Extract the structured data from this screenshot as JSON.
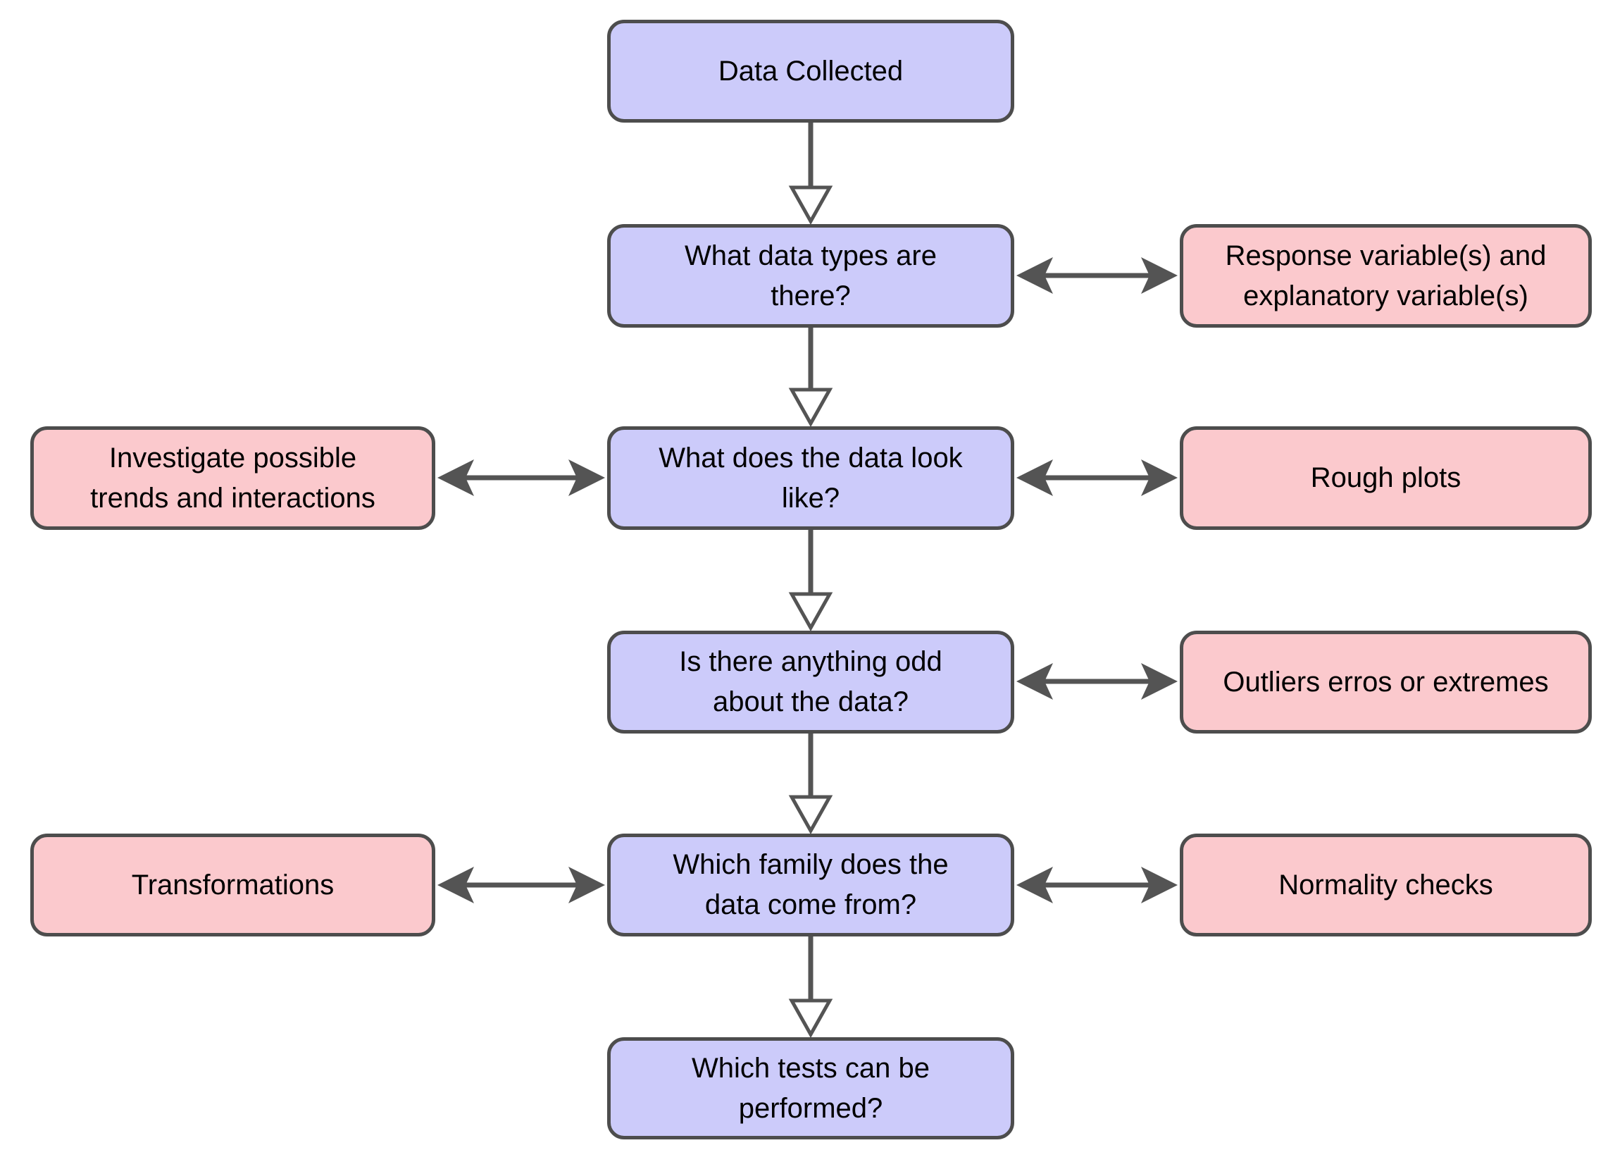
{
  "diagram": {
    "kind": "flowchart",
    "colors": {
      "question_fill": "#cccbfa",
      "side_fill": "#fbc9cd",
      "border_color": "#4d4d4d",
      "arrow_color": "#545454",
      "text_color": "#000000",
      "bg_color": "#ffffff"
    },
    "nodes": [
      {
        "id": "data-collected",
        "label": "Data Collected",
        "column": "center",
        "row": 1,
        "style": "purple"
      },
      {
        "id": "what-data-types",
        "label": "What data types are there?",
        "column": "center",
        "row": 2,
        "style": "purple"
      },
      {
        "id": "what-does-data-look-like",
        "label": "What does the data look like?",
        "column": "center",
        "row": 3,
        "style": "purple"
      },
      {
        "id": "anything-odd",
        "label": "Is there anything odd about the data?",
        "column": "center",
        "row": 4,
        "style": "purple"
      },
      {
        "id": "which-family",
        "label": "Which family does the data come from?",
        "column": "center",
        "row": 5,
        "style": "purple"
      },
      {
        "id": "which-tests",
        "label": "Which tests can be performed?",
        "column": "center",
        "row": 6,
        "style": "purple"
      },
      {
        "id": "investigate-trends",
        "label": "Investigate possible trends and interactions",
        "column": "left",
        "row": 3,
        "style": "pink"
      },
      {
        "id": "transformations",
        "label": "Transformations",
        "column": "left",
        "row": 5,
        "style": "pink"
      },
      {
        "id": "response-explanatory",
        "label": "Response variable(s) and explanatory variable(s)",
        "column": "right",
        "row": 2,
        "style": "pink"
      },
      {
        "id": "rough-plots",
        "label": "Rough plots",
        "column": "right",
        "row": 3,
        "style": "pink"
      },
      {
        "id": "outliers",
        "label": "Outliers erros or extremes",
        "column": "right",
        "row": 4,
        "style": "pink"
      },
      {
        "id": "normality-checks",
        "label": "Normality checks",
        "column": "right",
        "row": 5,
        "style": "pink"
      }
    ],
    "edges": [
      {
        "from": "data-collected",
        "to": "what-data-types",
        "direction": "down",
        "head": "hollow"
      },
      {
        "from": "what-data-types",
        "to": "response-explanatory",
        "direction": "both",
        "head": "filled"
      },
      {
        "from": "what-data-types",
        "to": "what-does-data-look-like",
        "direction": "down",
        "head": "hollow"
      },
      {
        "from": "investigate-trends",
        "to": "what-does-data-look-like",
        "direction": "both",
        "head": "filled"
      },
      {
        "from": "what-does-data-look-like",
        "to": "rough-plots",
        "direction": "both",
        "head": "filled"
      },
      {
        "from": "what-does-data-look-like",
        "to": "anything-odd",
        "direction": "down",
        "head": "hollow"
      },
      {
        "from": "anything-odd",
        "to": "outliers",
        "direction": "both",
        "head": "filled"
      },
      {
        "from": "anything-odd",
        "to": "which-family",
        "direction": "down",
        "head": "hollow"
      },
      {
        "from": "transformations",
        "to": "which-family",
        "direction": "both",
        "head": "filled"
      },
      {
        "from": "which-family",
        "to": "normality-checks",
        "direction": "both",
        "head": "filled"
      },
      {
        "from": "which-family",
        "to": "which-tests",
        "direction": "down",
        "head": "hollow"
      }
    ]
  }
}
